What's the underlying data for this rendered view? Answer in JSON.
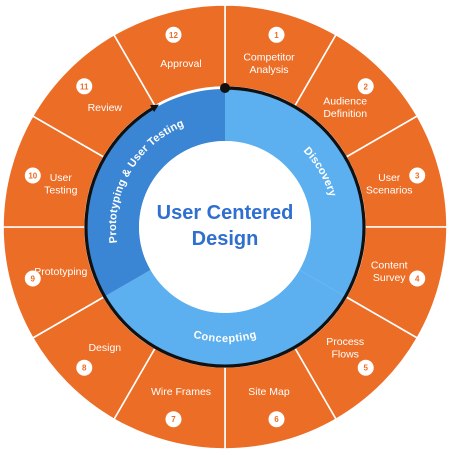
{
  "diagram": {
    "title_line1": "User Centered",
    "title_line2": "Design",
    "colors": {
      "segment": "#ec6d26",
      "segment_border": "#ffffff",
      "phase_light": "#5db0f0",
      "phase_dark": "#3a85d4",
      "title": "#2f6fcf",
      "arrow": "#111111",
      "number_fill": "#ffffff"
    },
    "steps": [
      {
        "number": "1",
        "lines": [
          "Competitor",
          "Analysis"
        ]
      },
      {
        "number": "2",
        "lines": [
          "Audience",
          "Definition"
        ]
      },
      {
        "number": "3",
        "lines": [
          "User",
          "Scenarios"
        ]
      },
      {
        "number": "4",
        "lines": [
          "Content",
          "Survey"
        ]
      },
      {
        "number": "5",
        "lines": [
          "Process",
          "Flows"
        ]
      },
      {
        "number": "6",
        "lines": [
          "Site Map"
        ]
      },
      {
        "number": "7",
        "lines": [
          "Wire Frames"
        ]
      },
      {
        "number": "8",
        "lines": [
          "Design"
        ]
      },
      {
        "number": "9",
        "lines": [
          "Prototyping"
        ]
      },
      {
        "number": "10",
        "lines": [
          "User",
          "Testing"
        ]
      },
      {
        "number": "11",
        "lines": [
          "Review"
        ]
      },
      {
        "number": "12",
        "lines": [
          "Approval"
        ]
      }
    ],
    "phases": [
      {
        "label": "Discovery",
        "color": "light",
        "from_step": 1,
        "to_step": 4
      },
      {
        "label": "Concepting",
        "color": "light",
        "from_step": 5,
        "to_step": 8
      },
      {
        "label": "Prototyping & User Testing",
        "color": "dark",
        "from_step": 9,
        "to_step": 12
      }
    ]
  }
}
